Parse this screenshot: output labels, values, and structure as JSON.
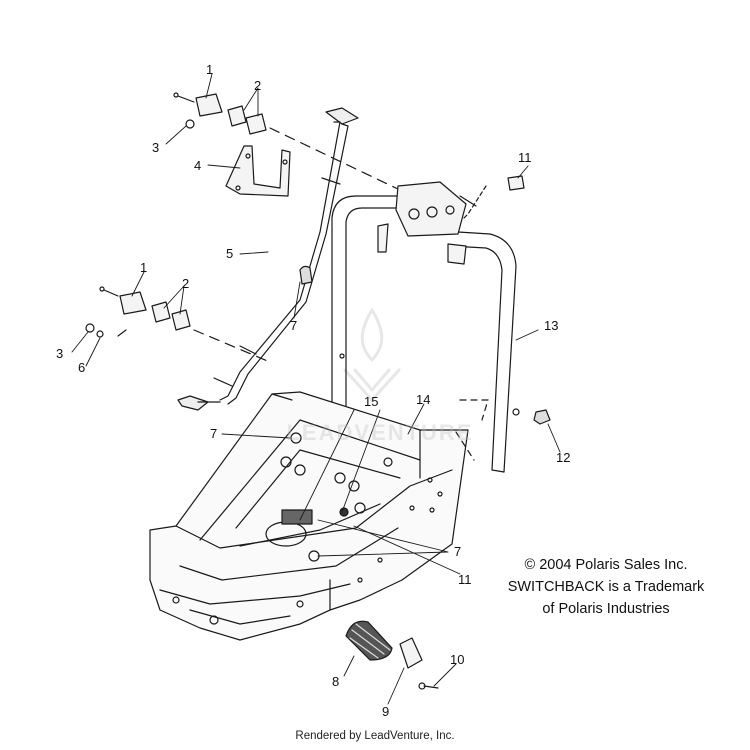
{
  "callouts": [
    {
      "id": "c1a",
      "text": "1"
    },
    {
      "id": "c2a",
      "text": "2"
    },
    {
      "id": "c3a",
      "text": "3"
    },
    {
      "id": "c4",
      "text": "4"
    },
    {
      "id": "c5",
      "text": "5"
    },
    {
      "id": "c1b",
      "text": "1"
    },
    {
      "id": "c2b",
      "text": "2"
    },
    {
      "id": "c3b",
      "text": "3"
    },
    {
      "id": "c6",
      "text": "6"
    },
    {
      "id": "c7a",
      "text": "7"
    },
    {
      "id": "c7b",
      "text": "7"
    },
    {
      "id": "c7c",
      "text": "7"
    },
    {
      "id": "c8",
      "text": "8"
    },
    {
      "id": "c9",
      "text": "9"
    },
    {
      "id": "c10",
      "text": "10"
    },
    {
      "id": "c11a",
      "text": "11"
    },
    {
      "id": "c11b",
      "text": "11"
    },
    {
      "id": "c12",
      "text": "12"
    },
    {
      "id": "c13",
      "text": "13"
    },
    {
      "id": "c14",
      "text": "14"
    },
    {
      "id": "c15",
      "text": "15"
    }
  ],
  "copyright": {
    "line1": "© 2004 Polaris Sales Inc.",
    "line2": "SWITCHBACK is a Trademark",
    "line3": "of Polaris Industries"
  },
  "watermark": "LEADVENTURE",
  "footer": "Rendered by LeadVenture, Inc."
}
